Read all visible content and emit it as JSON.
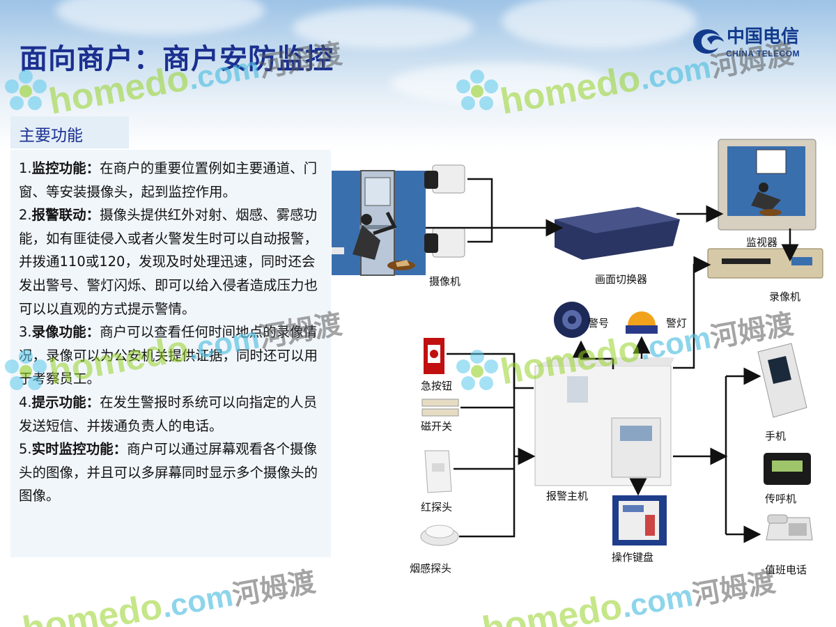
{
  "slide_title": "面向商户：商户安防监控",
  "logo": {
    "cn": "中国电信",
    "en": "CHINA TELECOM"
  },
  "section_tag": "主要功能",
  "functions": [
    {
      "num": "1.",
      "name": "监控功能：",
      "text": "在商户的重要位置例如主要通道、门窗、等安装摄像头，起到监控作用。"
    },
    {
      "num": "2.",
      "name": "报警联动：",
      "text": "摄像头提供红外对射、烟感、雾感功能，如有匪徒侵入或者火警发生时可以自动报警，并拨通110或120，发现及时处理迅速，同时还会发出警号、警灯闪烁、即可以给入侵者造成压力也可以以直观的方式提示警情。"
    },
    {
      "num": "3.",
      "name": "录像功能：",
      "text": "商户可以查看任何时间地点的录像情况，录像可以为公安机关提供证据，同时还可以用于考察员工。"
    },
    {
      "num": "4.",
      "name": "提示功能：",
      "text": "在发生警报时系统可以向指定的人员发送短信、并拨通负责人的电话。"
    },
    {
      "num": "5.",
      "name": "实时监控功能：",
      "text": "商户可以通过屏幕观看各个摄像头的图像，并且可以多屏幕同时显示多个摄像头的图像。"
    }
  ],
  "diagram": {
    "camera": "摄像机",
    "switcher": "画面切换器",
    "monitor": "监视器",
    "recorder": "录像机",
    "siren": "警号",
    "alarm_light": "警灯",
    "panic_button": "急按钮",
    "magnetic_switch": "磁开关",
    "infrared_detector": "红探头",
    "smoke_detector": "烟感探头",
    "alarm_host": "报警主机",
    "keypad": "操作键盘",
    "mobile_phone": "手机",
    "pager": "传呼机",
    "duty_phone": "值班电话"
  },
  "watermark": {
    "brand": "homedo",
    "domain": ".com",
    "cn": "河姆渡"
  },
  "colors": {
    "title": "#1a2f8f",
    "accent_blue": "#123a8c",
    "panel_bg": "#f1f6fb",
    "tag_bg": "#e4eef7"
  }
}
